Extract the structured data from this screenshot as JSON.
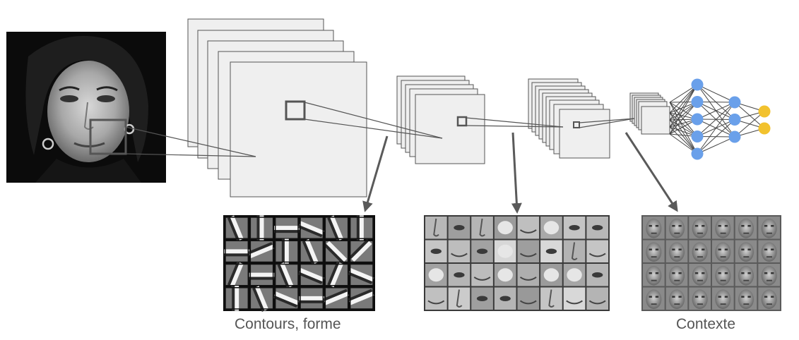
{
  "captions": {
    "low_level": "Contours, forme",
    "high_level": "Contexte"
  },
  "colors": {
    "feature_map_fill": "#efefef",
    "feature_map_stroke": "#555555",
    "arrow": "#5a5a5a",
    "hidden_neuron": "#6aa0ea",
    "output_neuron": "#f2c22e",
    "connection": "#444444"
  },
  "network": {
    "hidden_layer_1_neurons": 5,
    "hidden_layer_2_neurons": 3,
    "output_neurons": 2
  },
  "images": {
    "input": "grayscale-face-photo",
    "filters_low": "edge-filter-grid",
    "filters_mid": "facial-part-filter-grid",
    "filters_high": "face-filter-grid"
  }
}
